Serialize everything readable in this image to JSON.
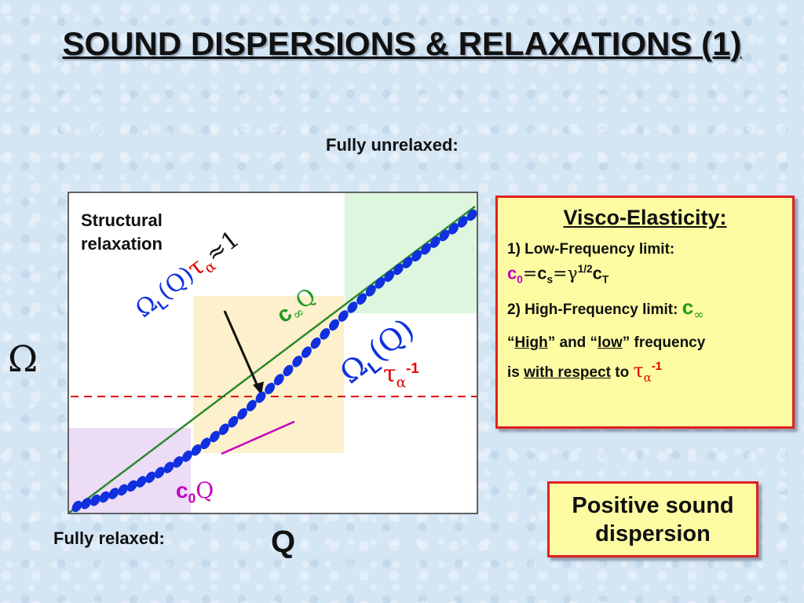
{
  "title": "SOUND DISPERSIONS & RELAXATIONS (1)",
  "labels": {
    "fully_unrelaxed": "Fully unrelaxed:",
    "fully_relaxed": "Fully relaxed:",
    "structural_line1": "Structural",
    "structural_line2": "relaxation",
    "omega_axis": "Ω",
    "q_axis": "Q",
    "omega_l_q": "Ω",
    "sub_l": "L",
    "q_paren": "(Q)",
    "tau": "τ",
    "alpha": "α",
    "approx_one": "≈1",
    "c": "c",
    "infinity": "∞",
    "zero": "0",
    "q": "Q",
    "minus_one": "-1"
  },
  "visco": {
    "heading": "Visco-Elasticity:",
    "low_freq": "1) Low-Frequency limit:",
    "eq_c": "c",
    "eq_zero": "0",
    "eq_equals": "=",
    "eq_s": "s",
    "eq_gamma": "γ",
    "eq_half": "1/2",
    "eq_T": "T",
    "high_freq": "2) High-Frequency limit:",
    "quote_open": "“",
    "high": "High",
    "and_text": "” and “",
    "low": "low",
    "frequency": "” frequency",
    "is_text": "is ",
    "with_respect": "with respect",
    "to_text": " to "
  },
  "positive": {
    "line1": "Positive sound",
    "line2": "dispersion"
  },
  "colors": {
    "red_box_border": "#e02020",
    "yellow_box": "#fdfca2",
    "blue_points": "#1030e0",
    "green_line": "#2a8a2a",
    "magenta": "#c000c0",
    "red_dashed": "#e00000"
  }
}
